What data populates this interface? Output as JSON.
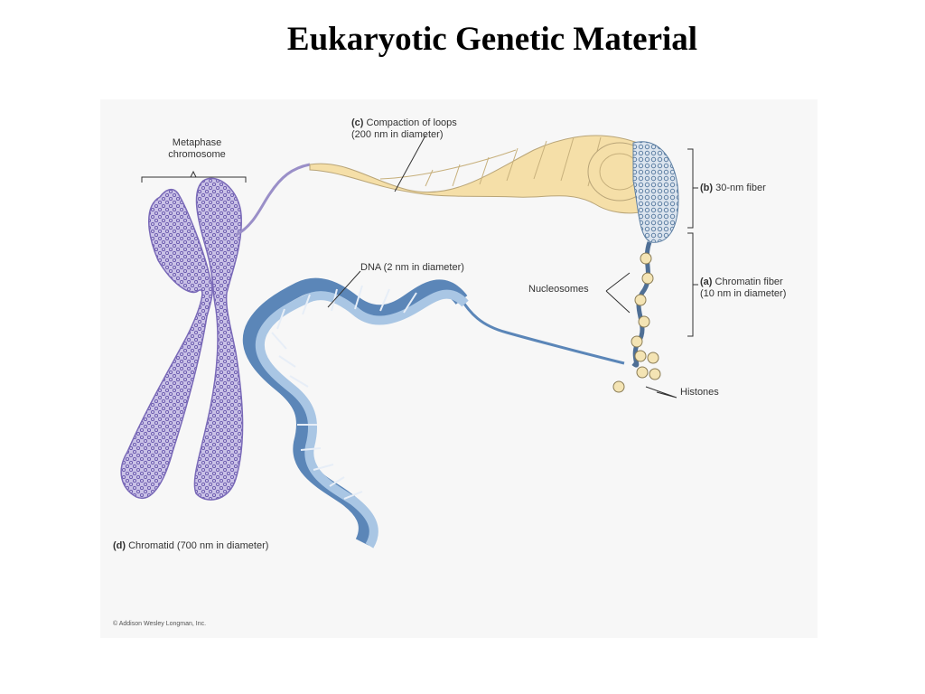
{
  "title": "Eukaryotic Genetic Material",
  "labels": {
    "metaphase_line1": "Metaphase",
    "metaphase_line2": "chromosome",
    "loops_tag": "(c)",
    "loops_line1": "Compaction of loops",
    "loops_line2": "(200 nm in diameter)",
    "fiber30_tag": "(b)",
    "fiber30_text": "30-nm fiber",
    "chromatin_tag": "(a)",
    "chromatin_line1": "Chromatin fiber",
    "chromatin_line2": "(10 nm in diameter)",
    "dna_text": "DNA (2 nm in diameter)",
    "nucleosomes_text": "Nucleosomes",
    "histones_text": "Histones",
    "chromatid_tag": "(d)",
    "chromatid_text": "Chromatid (700 nm in diameter)",
    "copyright": "© Addison Wesley Longman, Inc."
  },
  "colors": {
    "chromosome": "#7a6ab8",
    "loops": "#f5dfa8",
    "fiber_30nm": "#8aa4c0",
    "dna_dark": "#5b86b8",
    "dna_light": "#a9c6e4",
    "histone": "#f4e4b4",
    "label_text": "#333333",
    "panel_bg": "#f7f7f7"
  }
}
